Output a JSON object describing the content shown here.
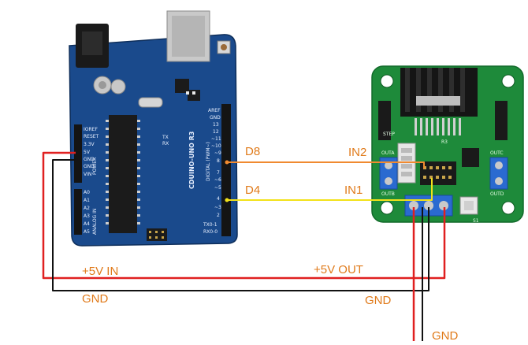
{
  "arduino": {
    "model": "CDUINO-UNO R3",
    "header_digital": "DIGITAL (PWM~)",
    "power_label": "POWER",
    "analog_label": "ANALOG IN",
    "power_pins": [
      "IOREF",
      "RESET",
      "3.3V",
      "5V",
      "GND",
      "GND",
      "VIN"
    ],
    "analog_pins": [
      "A0",
      "A1",
      "A2",
      "A3",
      "A4",
      "A5"
    ],
    "digital_pins": [
      "AREF",
      "GND",
      "13",
      "12",
      "~11",
      "~10",
      "~9",
      "8",
      "7",
      "~6",
      "~5",
      "4",
      "~3",
      "2",
      "TX0-1",
      "RX0-0"
    ],
    "tx_rx": [
      "TX",
      "RX"
    ]
  },
  "driver": {
    "outa": "OUTA",
    "outb": "OUTB",
    "outc": "OUTC",
    "outd": "OUTD",
    "step": "STEP",
    "s1": "S1",
    "r3": "R3"
  },
  "labels": {
    "d8": "D8",
    "d4": "D4",
    "in2": "IN2",
    "in1": "IN1",
    "plus5v_in": "+5V IN",
    "plus5v_out": "+5V OUT",
    "gnd_left": "GND",
    "gnd_right": "GND",
    "gnd_bottom": "GND"
  },
  "colors": {
    "label": "#e07a1a",
    "wire_d8": "#f08a30",
    "wire_d4": "#f2e21a",
    "wire_5v": "#e02020",
    "wire_gnd": "#111111",
    "arduino_pcb": "#1a4a8c",
    "driver_pcb": "#1e8a3a"
  }
}
